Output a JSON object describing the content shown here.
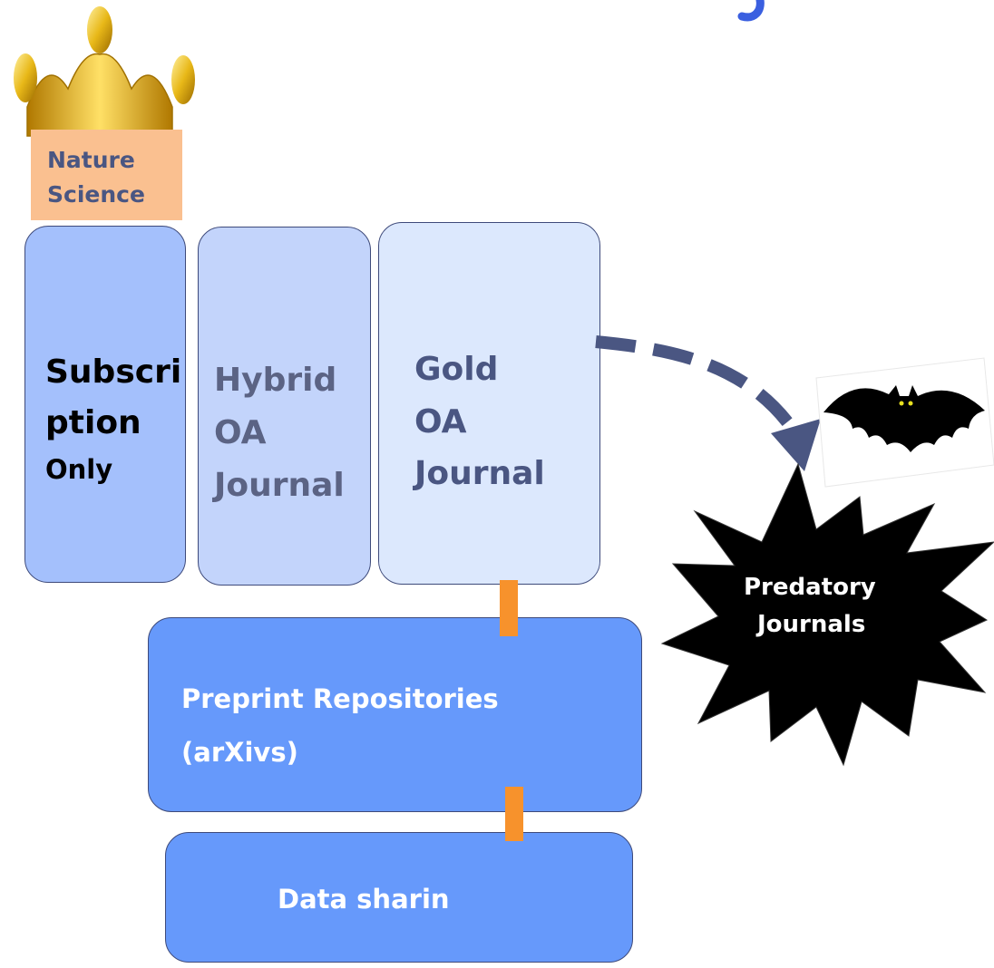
{
  "crown": {
    "line1": "Nature",
    "line2": "Science"
  },
  "boxes": {
    "subscription": {
      "line1": "Subscri",
      "line2": "ption",
      "line3": "Only"
    },
    "hybrid": {
      "line1": "Hybrid",
      "line2": "OA",
      "line3": "Journal"
    },
    "gold": {
      "line1": "Gold",
      "line2": "OA",
      "line3": "Journal"
    },
    "preprint": {
      "line1": "Preprint Repositories",
      "line2": "(arXivs)"
    },
    "data": {
      "label": "Data sharin"
    }
  },
  "predatory": {
    "line1": "Predatory",
    "line2": "Journals"
  },
  "icons": {
    "crown": "crown-icon",
    "bat": "bat-icon",
    "burst": "starburst-shape",
    "arrow": "dashed-curved-arrow"
  },
  "colors": {
    "subscription": "#a4c0fc",
    "hybrid": "#c3d4fb",
    "gold": "#dce8fd",
    "repository": "#6699fb",
    "connector": "#f7922c",
    "crown_label_bg": "#fac090",
    "arrow": "#4a5682",
    "predatory": "#000000"
  }
}
